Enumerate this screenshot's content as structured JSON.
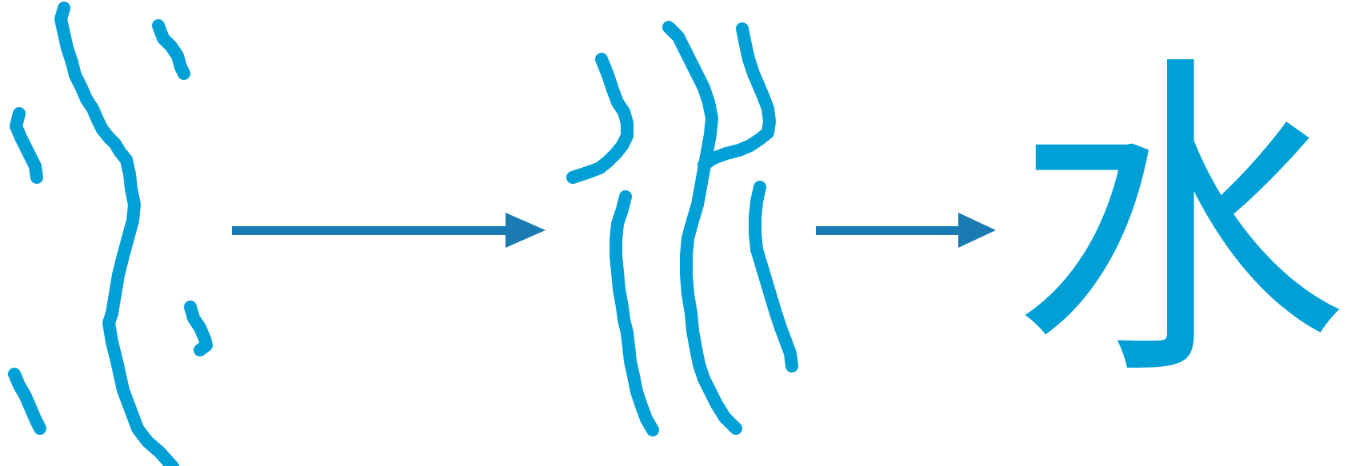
{
  "colors": {
    "stroke": "#00A0D6",
    "arrow": "#1A7AB2",
    "background": "#FFFFFF"
  },
  "stages": [
    {
      "name": "scattered-strokes"
    },
    {
      "name": "assembled-strokes"
    },
    {
      "name": "recognized-character"
    }
  ],
  "result": {
    "character": "水"
  }
}
